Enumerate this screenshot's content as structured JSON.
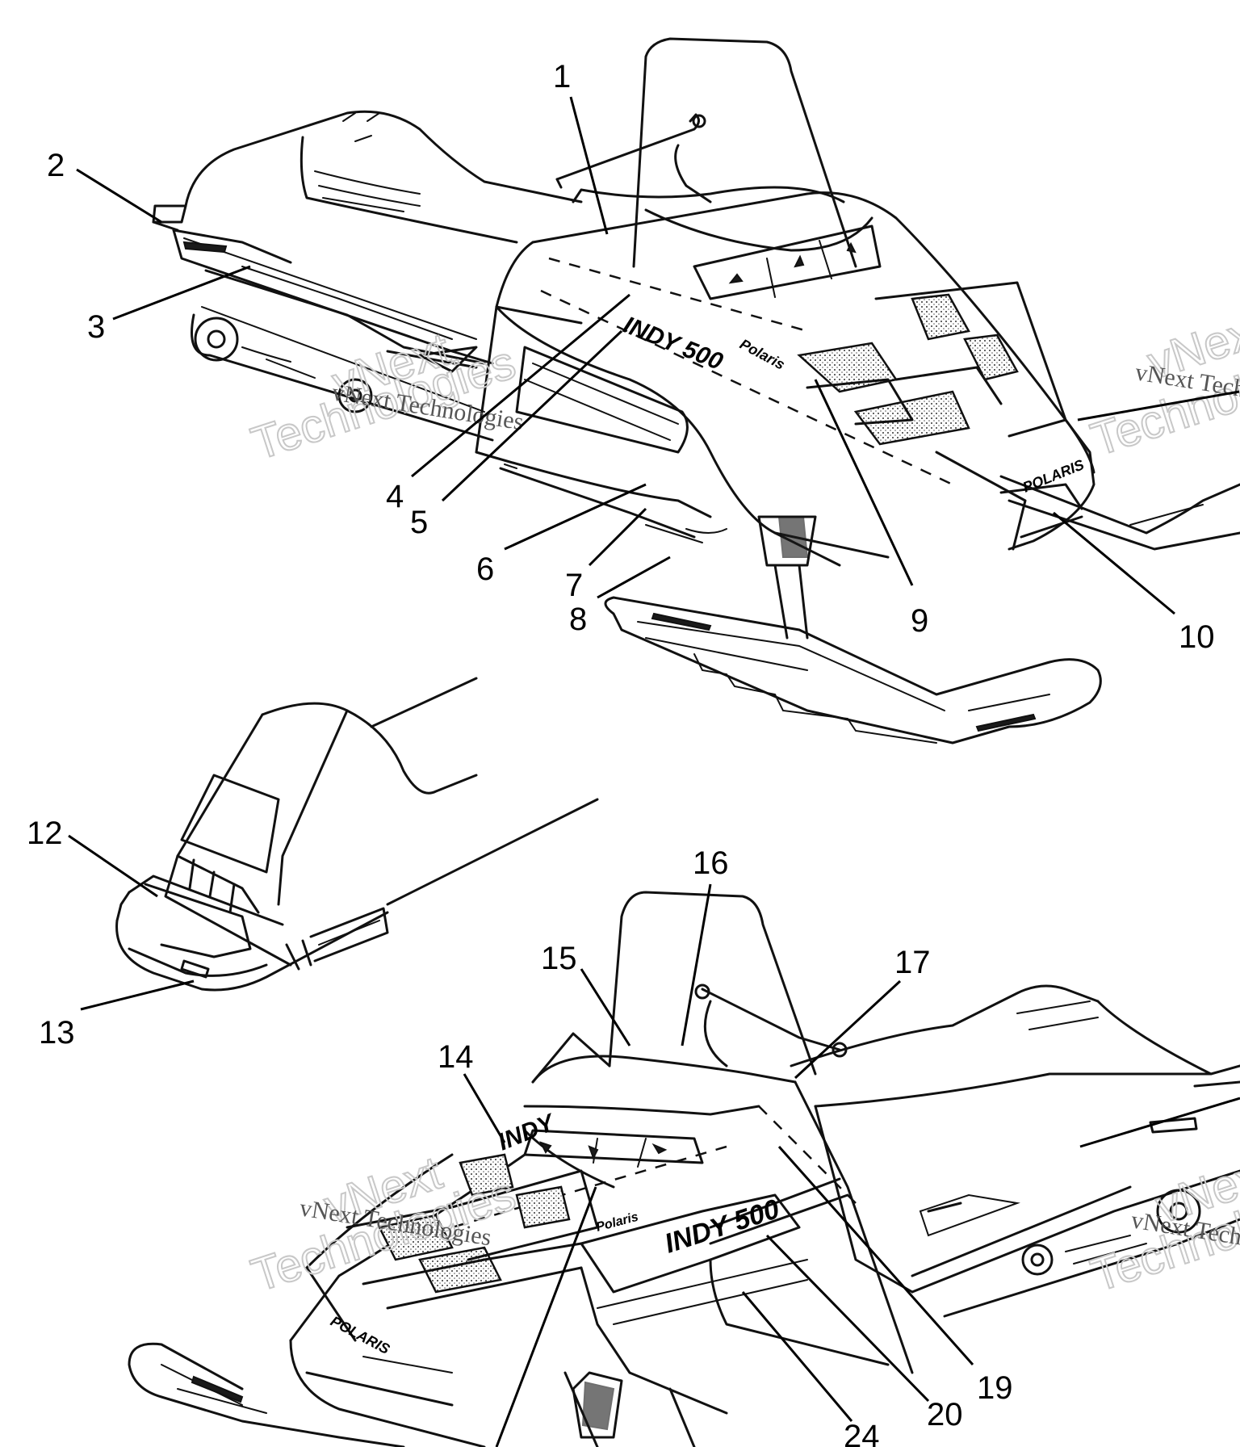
{
  "diagram": {
    "callouts": [
      "1",
      "2",
      "3",
      "4",
      "5",
      "6",
      "7",
      "8",
      "9",
      "10",
      "12",
      "13",
      "14",
      "15",
      "16",
      "17",
      "19",
      "20",
      "24"
    ],
    "decals": {
      "model_name": "INDY 500",
      "brand": "POLARIS",
      "sub_brand": "INDY",
      "side_script": "Polaris"
    },
    "watermark": {
      "brand": "vNext",
      "word": "Technologies",
      "full": "vNext Technologies"
    }
  }
}
